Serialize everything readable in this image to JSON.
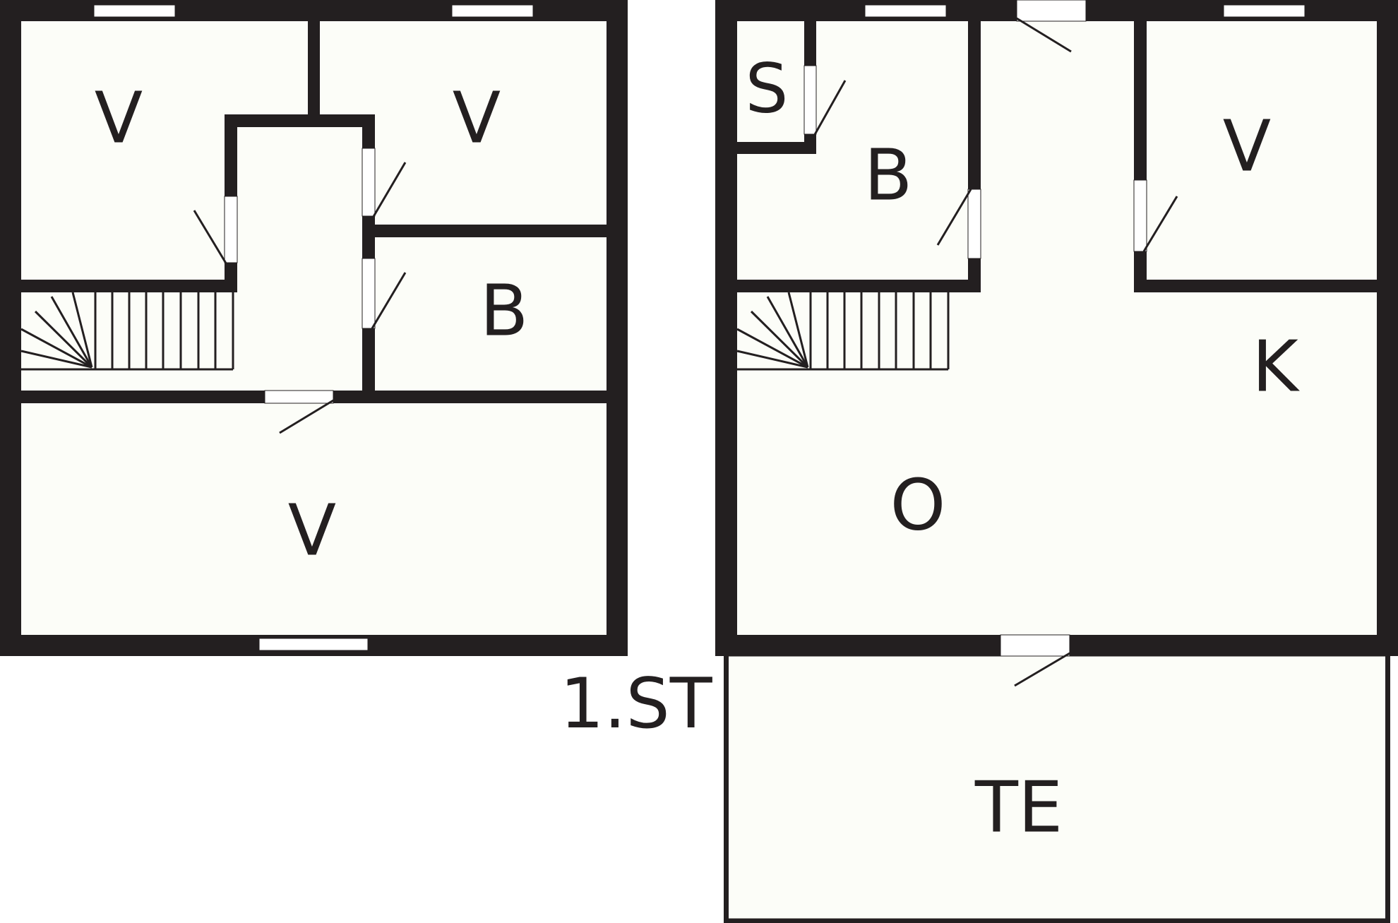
{
  "floor_label": "1.ST",
  "rooms_upper": {
    "v_top_left": "V",
    "v_top_right": "V",
    "b_bath": "B",
    "v_bottom": "V"
  },
  "rooms_ground": {
    "s_sauna": "S",
    "b_bath": "B",
    "v_bedroom": "V",
    "k_kitchen": "K",
    "o_living": "O",
    "te_terrace": "TE"
  },
  "colors": {
    "wall": "#231f20",
    "floor": "#fcfdf8",
    "background": "#ffffff"
  }
}
